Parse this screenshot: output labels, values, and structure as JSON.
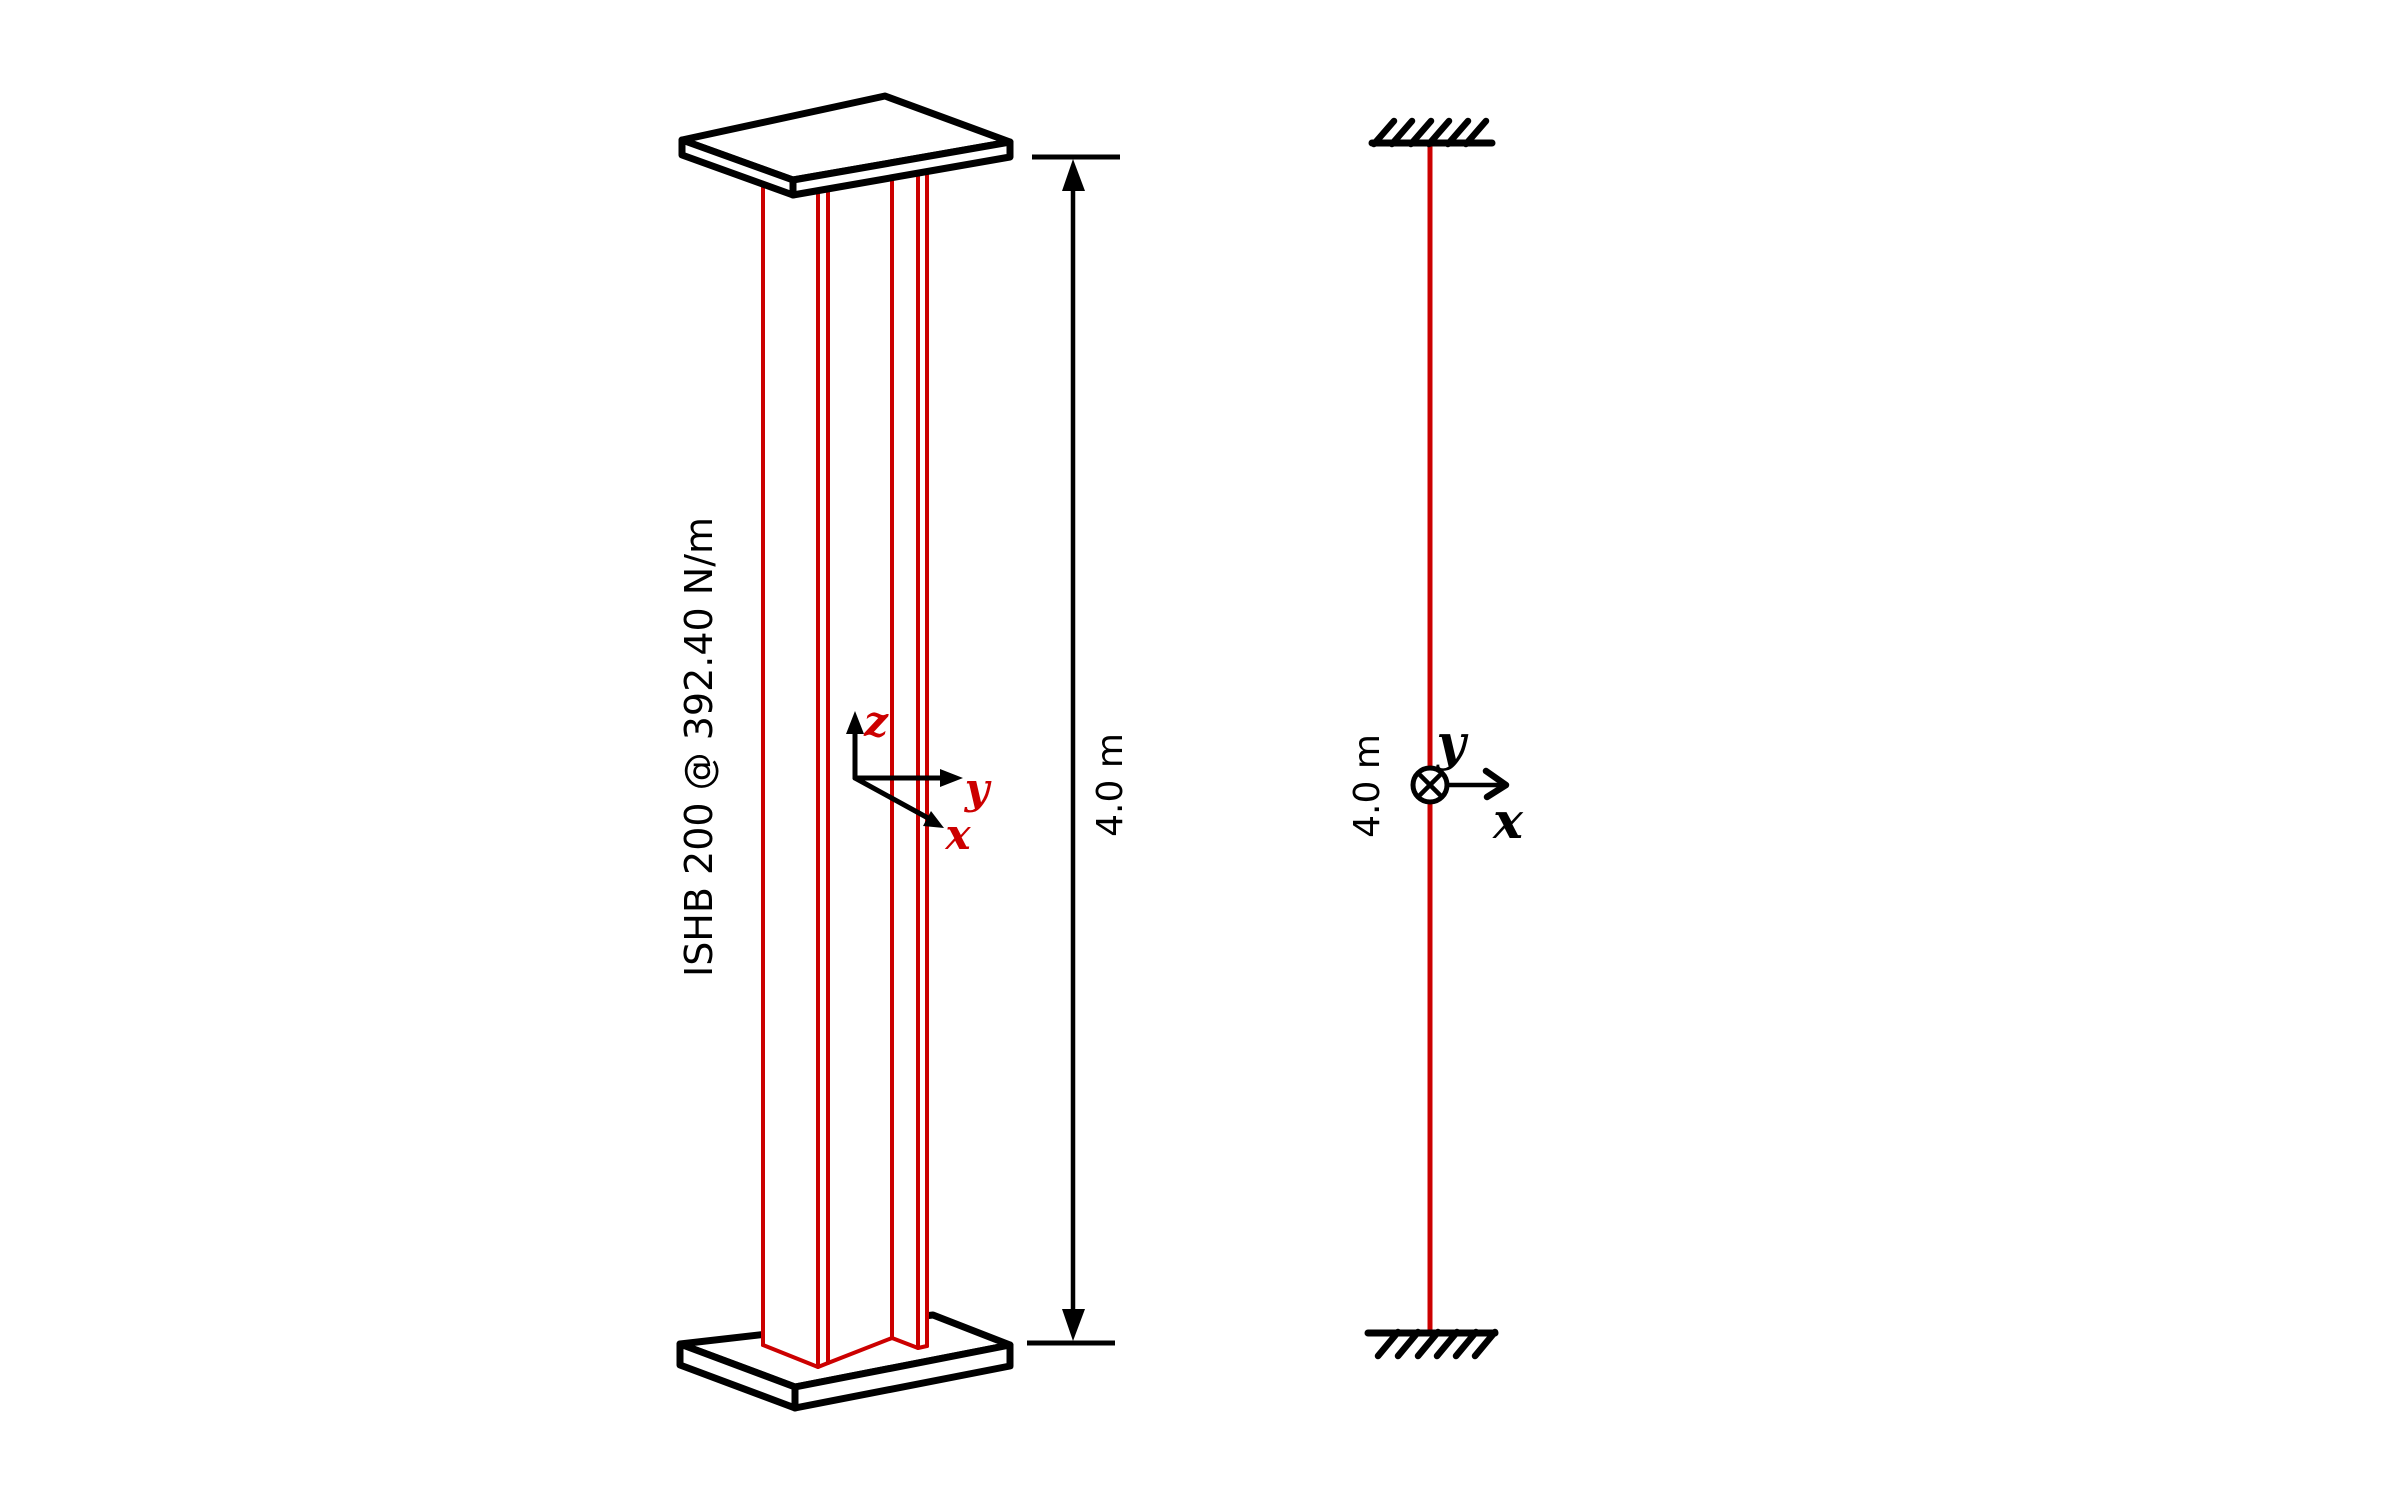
{
  "palette": {
    "background": "#ffffff",
    "member_red": "#cc0000",
    "ink_black": "#000000"
  },
  "left_view": {
    "member_label": "ISHB 200 @ 392.40 N/m",
    "height_dimension_label": "4.0 m",
    "axis_labels": {
      "z": "z",
      "y": "y",
      "x": "x"
    }
  },
  "right_view": {
    "height_dimension_label": "4.0 m",
    "axis_labels": {
      "y": "y",
      "x": "x"
    }
  }
}
